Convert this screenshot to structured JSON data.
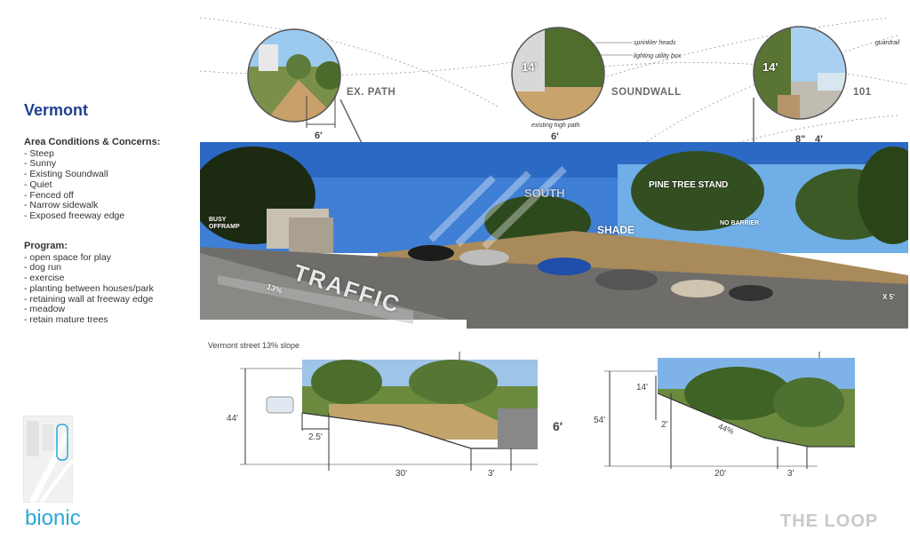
{
  "title": "Vermont",
  "conditions": {
    "heading": "Area Conditions & Concerns:",
    "items": [
      "- Steep",
      "- Sunny",
      "- Existing Soundwall",
      "- Quiet",
      "- Fenced off",
      "- Narrow sidewalk",
      "- Exposed freeway edge"
    ]
  },
  "program": {
    "heading": "Program:",
    "items": [
      "- open space for play",
      "- dog run",
      "- exercise",
      "- planting between houses/park",
      "- retaining wall at freeway edge",
      "- meadow",
      "- retain mature trees"
    ]
  },
  "vignettes": {
    "left": {
      "label": "EX. PATH",
      "width": "6'"
    },
    "middle": {
      "label": "SOUNDWALL",
      "height": "14'",
      "width": "6'",
      "note": "existing high path",
      "callout1": "sprinkler heads",
      "callout2": "lighting utility box"
    },
    "right": {
      "label": "101",
      "height": "14'",
      "width1": "8\"",
      "width2": "4'",
      "callout": "guardrail"
    }
  },
  "panorama": {
    "busy": "BUSY\nOFFRAMP",
    "traffic": "TRAFFIC",
    "slope_small": "13%",
    "south": "SOUTH",
    "pine": "PINE TREE STAND",
    "shade": "SHADE",
    "no_barrier": "NO BARRIER",
    "x5": "X 5'",
    "caption": "Vermont street 13% slope"
  },
  "section_left": {
    "height": "44'",
    "d1": "2.5'",
    "d2": "30'",
    "d3": "3'",
    "wall": "6'"
  },
  "section_right": {
    "height": "54'",
    "top": "14'",
    "d1": "2'",
    "slope": "44%",
    "d2": "20'",
    "d3": "3'"
  },
  "footer": {
    "brand": "bionic",
    "project": "THE LOOP"
  },
  "colors": {
    "title": "#1f3f8f",
    "brand": "#2aa8d9",
    "loop": "#c9c9c9"
  }
}
